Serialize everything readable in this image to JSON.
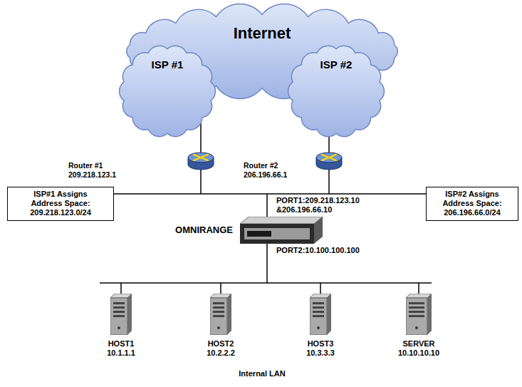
{
  "diagram": {
    "nodes": [
      {
        "text": [
          "Internet"
        ]
      },
      {
        "text": [
          "ISP #1"
        ]
      },
      {
        "text": [
          "ISP #2"
        ]
      },
      {
        "text": [
          "Router #1 209.218.123.1"
        ]
      },
      {
        "text": [
          "Router #2 206.196.66.1"
        ]
      },
      {
        "text": [
          "ISP#1 Assigns Address Space: 209.218.123.0/24"
        ]
      },
      {
        "text": [
          "ISP#2 Assigns Address Space: 206.196.66.0/24"
        ]
      },
      {
        "text": [
          "OMNIRANGE"
        ]
      },
      {
        "text": [
          "HOST1 10.1.1.1"
        ]
      },
      {
        "text": [
          "HOST2 10.2.2.2"
        ]
      },
      {
        "text": [
          "HOST3 10.3.3.3"
        ]
      },
      {
        "text": [
          "SERVER 10.10.10.10"
        ]
      }
    ],
    "edges": [
      {
        "from": 1,
        "to": 3,
        "arrow": "none"
      },
      {
        "from": 2,
        "to": 4,
        "arrow": "none"
      }
    ],
    "labels": [
      "PORT1:209.218.123.10 &206.196.66.10",
      "PORT2:10.100.100.100",
      "Internal LAN"
    ]
  }
}
